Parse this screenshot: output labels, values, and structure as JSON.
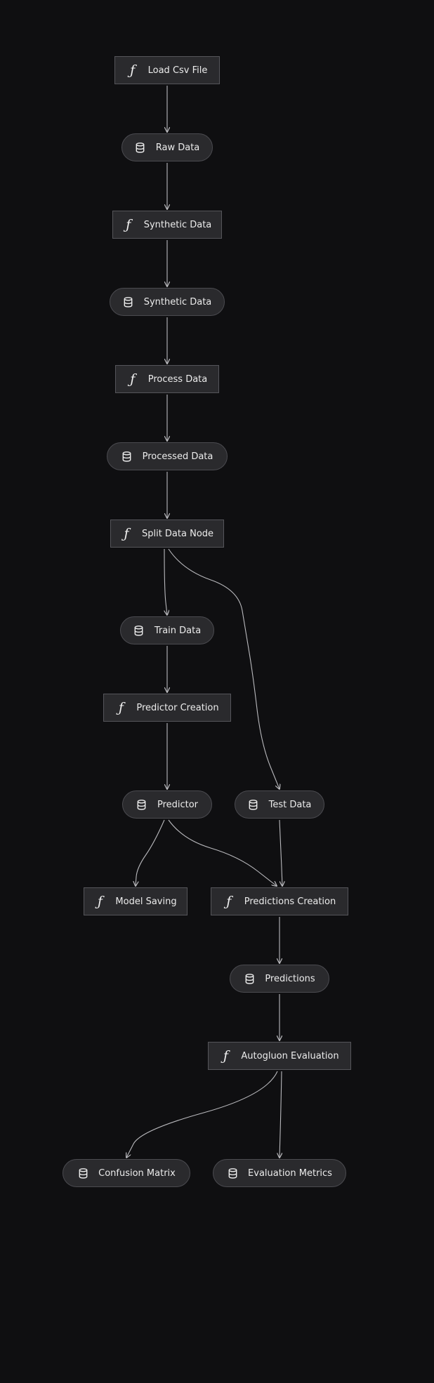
{
  "colors": {
    "background": "#0f0f11",
    "node_fill": "#2a2a2d",
    "node_border": "#55555a",
    "text": "#ececec",
    "edge": "#b9b9bd"
  },
  "nodes": [
    {
      "id": "load-csv-file",
      "type": "function",
      "icon": "function-icon",
      "label": "Load Csv File"
    },
    {
      "id": "raw-data",
      "type": "dataset",
      "icon": "database-icon",
      "label": "Raw Data"
    },
    {
      "id": "synthetic-data-fn",
      "type": "function",
      "icon": "function-icon",
      "label": "Synthetic Data"
    },
    {
      "id": "synthetic-data-ds",
      "type": "dataset",
      "icon": "database-icon",
      "label": "Synthetic Data"
    },
    {
      "id": "process-data",
      "type": "function",
      "icon": "function-icon",
      "label": "Process Data"
    },
    {
      "id": "processed-data",
      "type": "dataset",
      "icon": "database-icon",
      "label": "Processed Data"
    },
    {
      "id": "split-data-node",
      "type": "function",
      "icon": "function-icon",
      "label": "Split Data Node"
    },
    {
      "id": "train-data",
      "type": "dataset",
      "icon": "database-icon",
      "label": "Train Data"
    },
    {
      "id": "predictor-creation",
      "type": "function",
      "icon": "function-icon",
      "label": "Predictor Creation"
    },
    {
      "id": "predictor",
      "type": "dataset",
      "icon": "database-icon",
      "label": "Predictor"
    },
    {
      "id": "test-data",
      "type": "dataset",
      "icon": "database-icon",
      "label": "Test Data"
    },
    {
      "id": "model-saving",
      "type": "function",
      "icon": "function-icon",
      "label": "Model Saving"
    },
    {
      "id": "predictions-creation",
      "type": "function",
      "icon": "function-icon",
      "label": "Predictions Creation"
    },
    {
      "id": "predictions",
      "type": "dataset",
      "icon": "database-icon",
      "label": "Predictions"
    },
    {
      "id": "autogluon-evaluation",
      "type": "function",
      "icon": "function-icon",
      "label": "Autogluon Evaluation"
    },
    {
      "id": "confusion-matrix",
      "type": "dataset",
      "icon": "database-icon",
      "label": "Confusion Matrix"
    },
    {
      "id": "evaluation-metrics",
      "type": "dataset",
      "icon": "database-icon",
      "label": "Evaluation Metrics"
    }
  ],
  "edges": [
    {
      "from": "load-csv-file",
      "to": "raw-data"
    },
    {
      "from": "raw-data",
      "to": "synthetic-data-fn"
    },
    {
      "from": "synthetic-data-fn",
      "to": "synthetic-data-ds"
    },
    {
      "from": "synthetic-data-ds",
      "to": "process-data"
    },
    {
      "from": "process-data",
      "to": "processed-data"
    },
    {
      "from": "processed-data",
      "to": "split-data-node"
    },
    {
      "from": "split-data-node",
      "to": "train-data"
    },
    {
      "from": "split-data-node",
      "to": "test-data"
    },
    {
      "from": "train-data",
      "to": "predictor-creation"
    },
    {
      "from": "predictor-creation",
      "to": "predictor"
    },
    {
      "from": "predictor",
      "to": "model-saving"
    },
    {
      "from": "predictor",
      "to": "predictions-creation"
    },
    {
      "from": "test-data",
      "to": "predictions-creation"
    },
    {
      "from": "predictions-creation",
      "to": "predictions"
    },
    {
      "from": "predictions",
      "to": "autogluon-evaluation"
    },
    {
      "from": "autogluon-evaluation",
      "to": "confusion-matrix"
    },
    {
      "from": "autogluon-evaluation",
      "to": "evaluation-metrics"
    }
  ]
}
